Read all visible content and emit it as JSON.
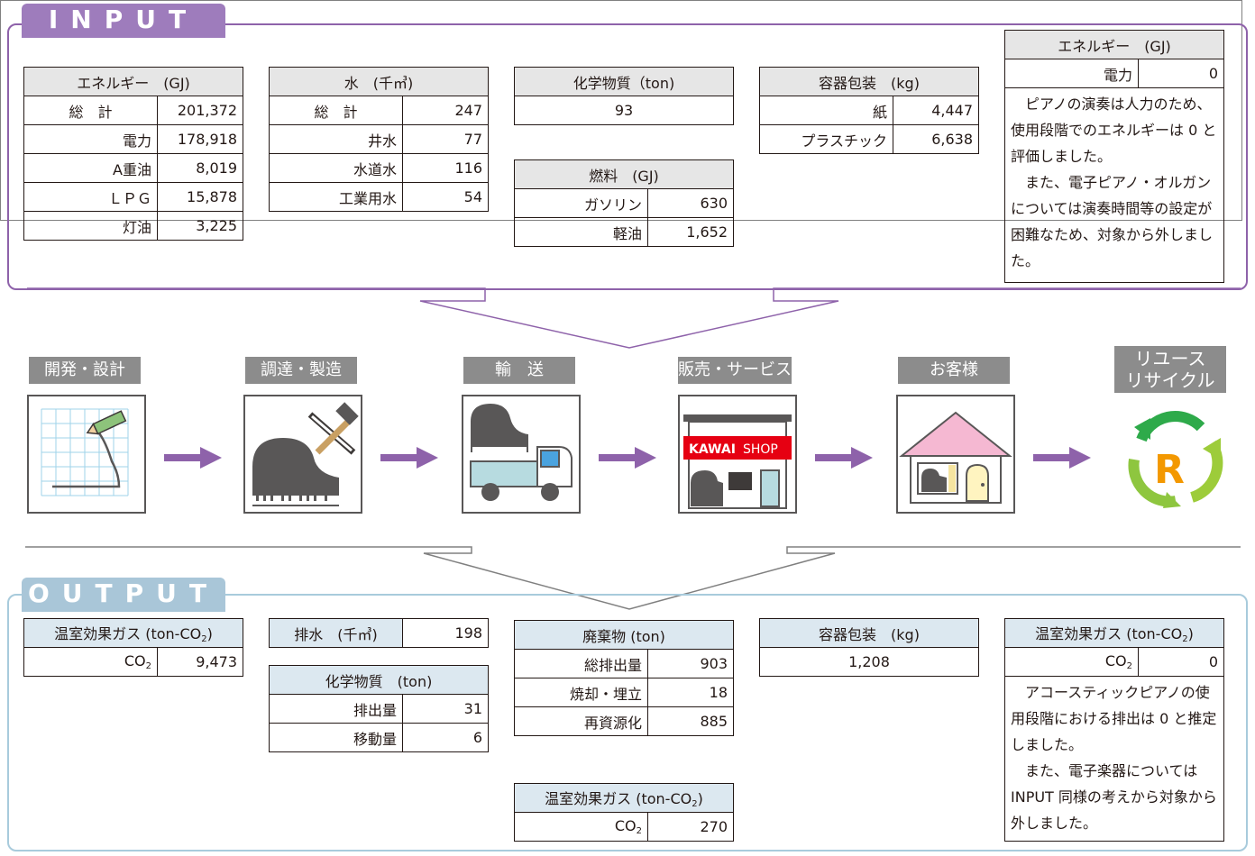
{
  "input": {
    "tab": "INPUT",
    "energy": {
      "title": "エネルギー　(GJ)",
      "rows": [
        {
          "label": "総　計",
          "value": "201,372"
        },
        {
          "label": "電力",
          "value": "178,918"
        },
        {
          "label": "A重油",
          "value": "8,019"
        },
        {
          "label": "ＬＰＧ",
          "value": "15,878"
        },
        {
          "label": "灯油",
          "value": "3,225"
        }
      ]
    },
    "water": {
      "title": "水　(千㎥)",
      "rows": [
        {
          "label": "総　計",
          "value": "247"
        },
        {
          "label": "井水",
          "value": "77"
        },
        {
          "label": "水道水",
          "value": "116"
        },
        {
          "label": "工業用水",
          "value": "54"
        }
      ]
    },
    "chemical": {
      "title": "化学物質（ton)",
      "value": "93"
    },
    "fuel": {
      "title": "燃料　(GJ)",
      "rows": [
        {
          "label": "ガソリン",
          "value": "630"
        },
        {
          "label": "軽油",
          "value": "1,652"
        }
      ]
    },
    "packaging": {
      "title": "容器包装　(kg)",
      "rows": [
        {
          "label": "紙",
          "value": "4,447"
        },
        {
          "label": "プラスチック",
          "value": "6,638"
        }
      ]
    },
    "use_energy": {
      "title": "エネルギー　(GJ)",
      "row": {
        "label": "電力",
        "value": "0"
      },
      "note1": "ピアノの演奏は人力のため、使用段階でのエネルギーは 0 と評価しました。",
      "note2": "また、電子ピアノ・オルガンについては演奏時間等の設定が困難なため、対象から外しました。"
    }
  },
  "process": {
    "steps": [
      {
        "label": "開発・設計",
        "icon": "design-icon"
      },
      {
        "label": "調達・製造",
        "icon": "manufacturing-icon"
      },
      {
        "label": "輸　送",
        "icon": "transport-icon"
      },
      {
        "label": "販売・サービス",
        "icon": "shop-icon"
      },
      {
        "label": "お客様",
        "icon": "customer-home-icon"
      }
    ],
    "reuse_label_line1": "リユース",
    "reuse_label_line2": "リサイクル",
    "shop_sign_brand": "KAWAI",
    "shop_sign_word": "SHOP",
    "recycle_letter": "R"
  },
  "output": {
    "tab": "OUTPUT",
    "ghg": {
      "title_prefix": "温室効果ガス (ton-CO",
      "title_sub": "2",
      "title_suffix": ")",
      "label": "CO",
      "label_sub": "2",
      "value": "9,473"
    },
    "drainage": {
      "label": "排水　(千㎥)",
      "value": "198"
    },
    "chemical": {
      "title": "化学物質　(ton)",
      "rows": [
        {
          "label": "排出量",
          "value": "31"
        },
        {
          "label": "移動量",
          "value": "6"
        }
      ]
    },
    "waste": {
      "title": "廃棄物 (ton)",
      "rows": [
        {
          "label": "総排出量",
          "value": "903"
        },
        {
          "label": "焼却・埋立",
          "value": "18"
        },
        {
          "label": "再資源化",
          "value": "885"
        }
      ]
    },
    "transport_ghg": {
      "title_prefix": "温室効果ガス (ton-CO",
      "title_sub": "2",
      "title_suffix": ")",
      "label": "CO",
      "label_sub": "2",
      "value": "270"
    },
    "packaging": {
      "title": "容器包装　(kg)",
      "value": "1,208"
    },
    "use_ghg": {
      "title_prefix": "温室効果ガス (ton-CO",
      "title_sub": "2",
      "title_suffix": ")",
      "label": "CO",
      "label_sub": "2",
      "value": "0",
      "note1": "アコースティックピアノの使用段階における排出は 0 と推定しました。",
      "note2": "また、電子楽器については INPUT 同様の考えから対象から外しました。"
    }
  },
  "colors": {
    "input": "#8e62aa",
    "output": "#a8cbdc",
    "arrow": "#8e62aa",
    "step": "#8c8c8c"
  }
}
